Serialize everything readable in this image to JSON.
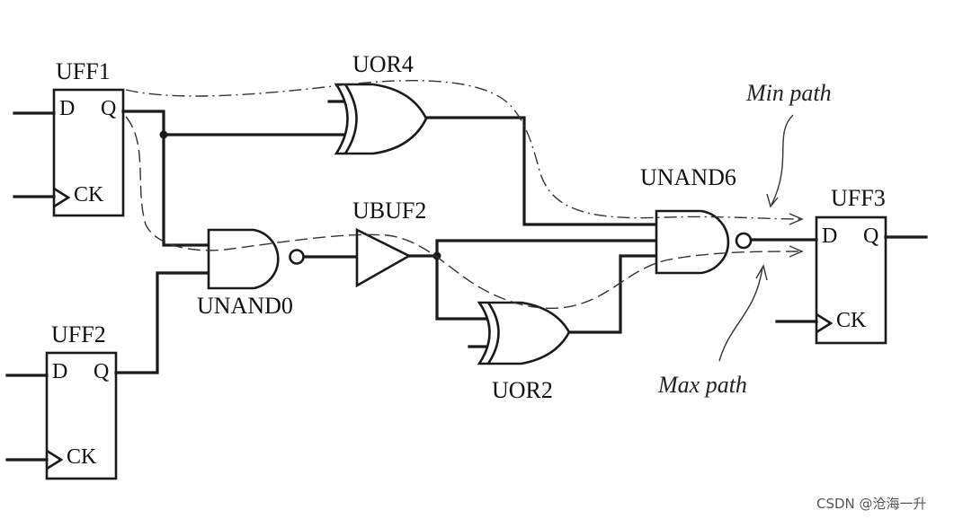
{
  "cells": {
    "uff1": {
      "name": "UFF1",
      "d": "D",
      "q": "Q",
      "ck": "CK"
    },
    "uff2": {
      "name": "UFF2",
      "d": "D",
      "q": "Q",
      "ck": "CK"
    },
    "uff3": {
      "name": "UFF3",
      "d": "D",
      "q": "Q",
      "ck": "CK"
    },
    "uor4": {
      "name": "UOR4"
    },
    "unand0": {
      "name": "UNAND0"
    },
    "ubuf2": {
      "name": "UBUF2"
    },
    "unand6": {
      "name": "UNAND6"
    },
    "uor2": {
      "name": "UOR2"
    }
  },
  "annotations": {
    "min_path": "Min path",
    "max_path": "Max path"
  },
  "watermark": "CSDN @沧海一升"
}
